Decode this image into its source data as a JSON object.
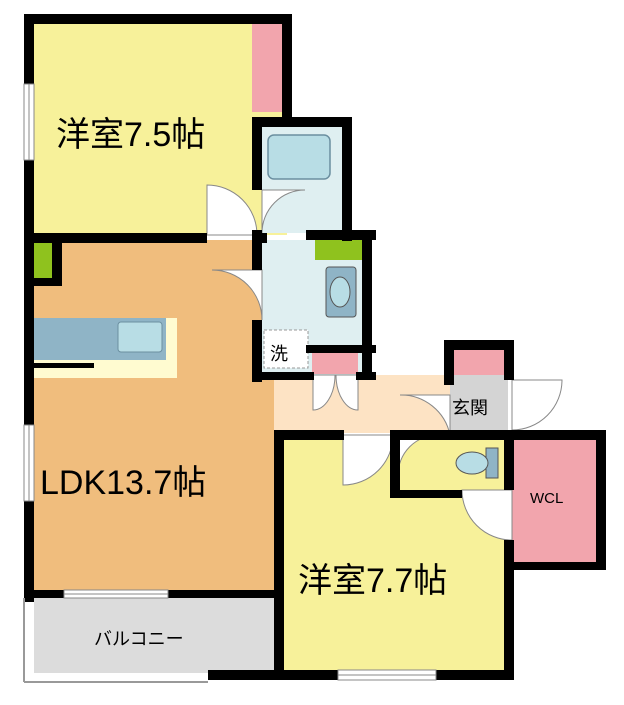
{
  "rooms": {
    "bedroom_upper": "洋室7.5帖",
    "ldk": "LDK13.7帖",
    "bedroom_lower": "洋室7.7帖",
    "washroom": "洗",
    "entrance": "玄関",
    "closet": "WCL",
    "balcony": "バルコニー"
  },
  "colors": {
    "wall": "#000000",
    "bedroom_floor": "#f7f19a",
    "ldk_floor": "#f0bd7d",
    "corridor_floor": "#fde3c4",
    "wet_area_floor": "#dfeff1",
    "closet": "#f2a5ad",
    "storage_green": "#8fc21e",
    "kitchen_counter": "#8fb4c6",
    "balcony_floor": "#dcdcdc",
    "entrance_floor": "#d4d4d4"
  }
}
